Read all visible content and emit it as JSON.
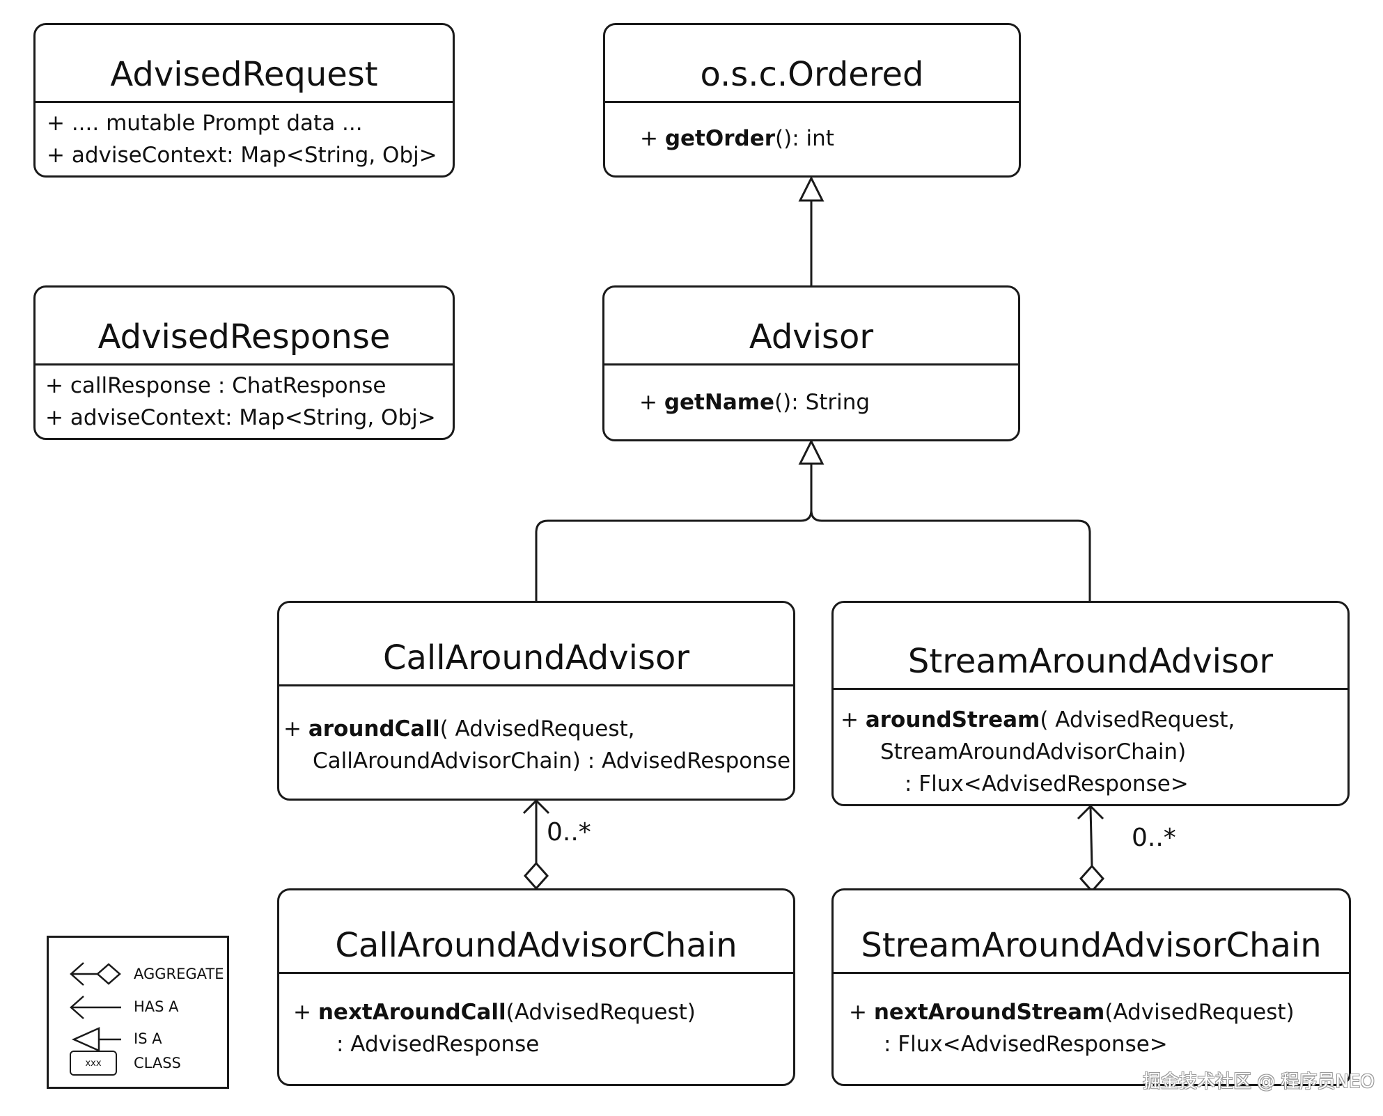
{
  "classes": {
    "advised_request": {
      "name": "AdvisedRequest",
      "line1": "+ .... mutable Prompt data ...",
      "line2": "+ adviseContext: Map<String, Obj>"
    },
    "ordered": {
      "name": "o.s.c.Ordered",
      "m_prefix": "+ ",
      "m_name": "getOrder",
      "m_suffix": "(): int"
    },
    "advised_response": {
      "name": "AdvisedResponse",
      "line1": "+ callResponse : ChatResponse",
      "line2": "+ adviseContext: Map<String, Obj>"
    },
    "advisor": {
      "name": "Advisor",
      "m_prefix": "+ ",
      "m_name": "getName",
      "m_suffix": "(): String"
    },
    "call_around_advisor": {
      "name": "CallAroundAdvisor",
      "m_prefix": "+ ",
      "m_name": "aroundCall",
      "m_suffix": "( AdvisedRequest,",
      "line2": "CallAroundAdvisorChain) : AdvisedResponse"
    },
    "stream_around_advisor": {
      "name": "StreamAroundAdvisor",
      "m_prefix": "+ ",
      "m_name": "aroundStream",
      "m_suffix": "( AdvisedRequest,",
      "line2": "StreamAroundAdvisorChain)",
      "line3": ": Flux<AdvisedResponse>"
    },
    "call_around_advisor_chain": {
      "name": "CallAroundAdvisorChain",
      "m_prefix": "+ ",
      "m_name": "nextAroundCall",
      "m_suffix": "(AdvisedRequest)",
      "line2": ": AdvisedResponse"
    },
    "stream_around_advisor_chain": {
      "name": "StreamAroundAdvisorChain",
      "m_prefix": "+ ",
      "m_name": "nextAroundStream",
      "m_suffix": "(AdvisedRequest)",
      "line2": ": Flux<AdvisedResponse>"
    }
  },
  "multiplicities": {
    "call": "0..*",
    "stream": "0..*"
  },
  "legend": {
    "aggregate": "AGGREGATE",
    "has_a": "HAS A",
    "is_a": "IS A",
    "class": "CLASS",
    "class_sample": "xxx"
  },
  "watermark": "掘金技术社区 @ 程序员NEO",
  "colors": {
    "stroke": "#1a1a1a",
    "background": "#ffffff"
  }
}
